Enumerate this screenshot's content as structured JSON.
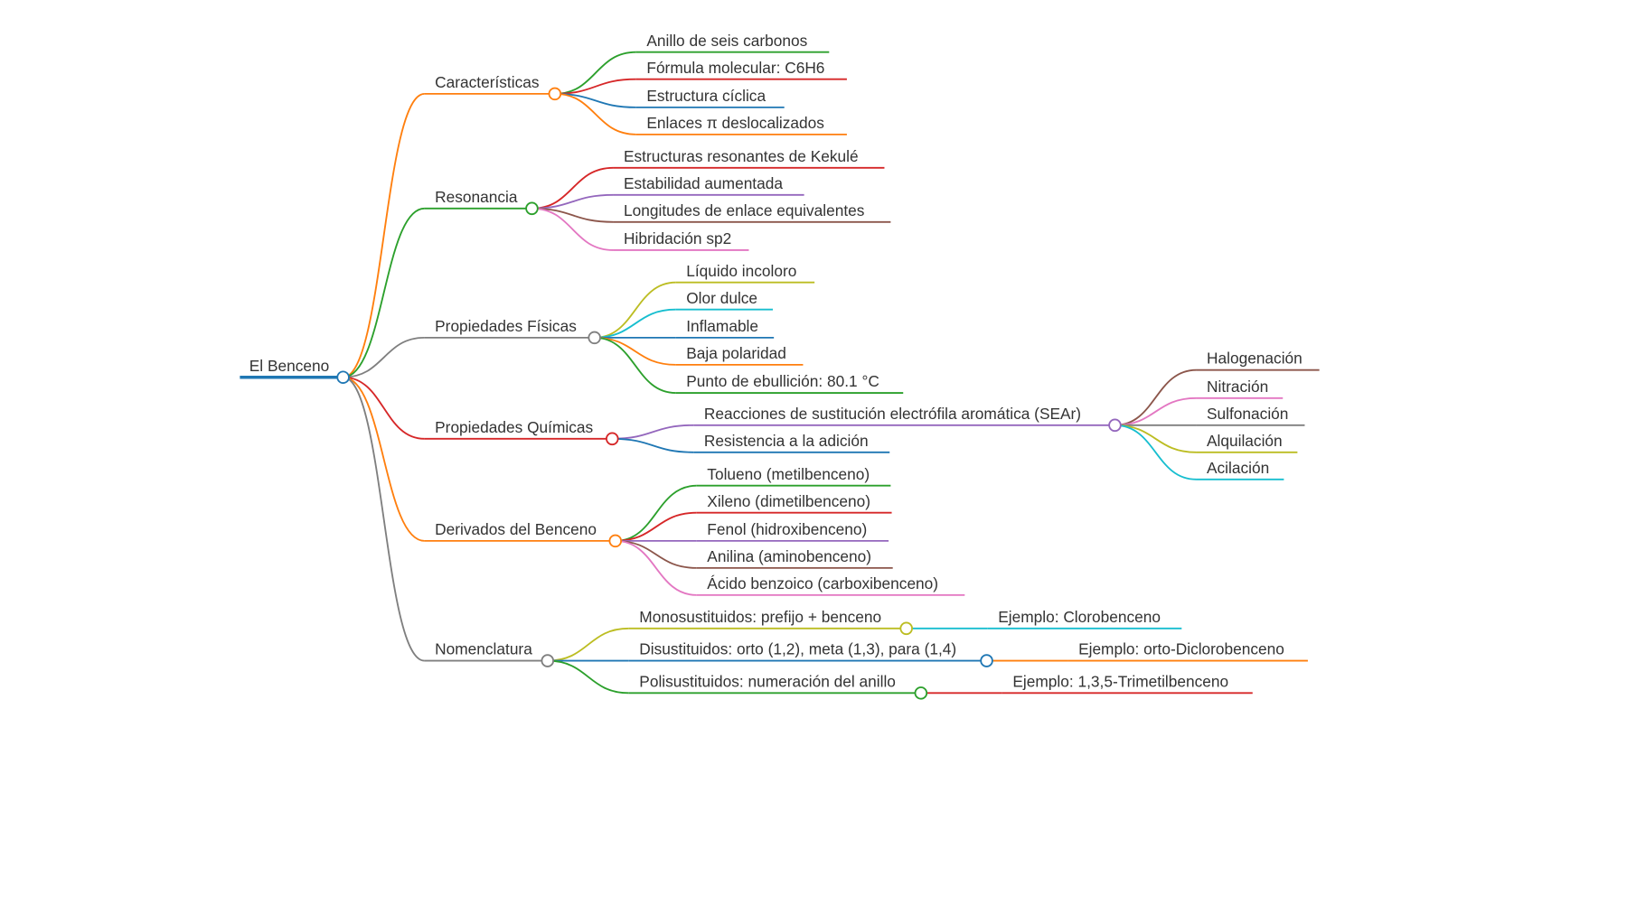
{
  "mindmap": {
    "label": "El Benceno",
    "color": "#1f77b4",
    "children": [
      {
        "label": "Características",
        "color": "#ff7f0e",
        "children": [
          {
            "label": "Anillo de seis carbonos",
            "color": "#2ca02c"
          },
          {
            "label": "Fórmula molecular: C6H6",
            "color": "#d62728"
          },
          {
            "label": "Estructura cíclica",
            "color": "#1f77b4"
          },
          {
            "label": "Enlaces π deslocalizados",
            "color": "#ff7f0e"
          }
        ]
      },
      {
        "label": "Resonancia",
        "color": "#2ca02c",
        "children": [
          {
            "label": "Estructuras resonantes de Kekulé",
            "color": "#d62728"
          },
          {
            "label": "Estabilidad aumentada",
            "color": "#9467bd"
          },
          {
            "label": "Longitudes de enlace equivalentes",
            "color": "#8c564b"
          },
          {
            "label": "Hibridación sp2",
            "color": "#e377c2"
          }
        ]
      },
      {
        "label": "Propiedades Físicas",
        "color": "#7f7f7f",
        "children": [
          {
            "label": "Líquido incoloro",
            "color": "#bcbd22"
          },
          {
            "label": "Olor dulce",
            "color": "#17becf"
          },
          {
            "label": "Inflamable",
            "color": "#1f77b4"
          },
          {
            "label": "Baja polaridad",
            "color": "#ff7f0e"
          },
          {
            "label": "Punto de ebullición: 80.1 °C",
            "color": "#2ca02c"
          }
        ]
      },
      {
        "label": "Propiedades Químicas",
        "color": "#d62728",
        "children": [
          {
            "label": "Reacciones de sustitución electrófila aromática (SEAr)",
            "color": "#9467bd",
            "children": [
              {
                "label": "Halogenación",
                "color": "#8c564b"
              },
              {
                "label": "Nitración",
                "color": "#e377c2"
              },
              {
                "label": "Sulfonación",
                "color": "#7f7f7f"
              },
              {
                "label": "Alquilación",
                "color": "#bcbd22"
              },
              {
                "label": "Acilación",
                "color": "#17becf"
              }
            ]
          },
          {
            "label": "Resistencia a la adición",
            "color": "#1f77b4"
          }
        ]
      },
      {
        "label": "Derivados del Benceno",
        "color": "#ff7f0e",
        "children": [
          {
            "label": "Tolueno (metilbenceno)",
            "color": "#2ca02c"
          },
          {
            "label": "Xileno (dimetilbenceno)",
            "color": "#d62728"
          },
          {
            "label": "Fenol (hidroxibenceno)",
            "color": "#9467bd"
          },
          {
            "label": "Anilina (aminobenceno)",
            "color": "#8c564b"
          },
          {
            "label": "Ácido benzoico (carboxibenceno)",
            "color": "#e377c2"
          }
        ]
      },
      {
        "label": "Nomenclatura",
        "color": "#7f7f7f",
        "children": [
          {
            "label": "Monosustituidos: prefijo + benceno",
            "color": "#bcbd22",
            "children": [
              {
                "label": "Ejemplo: Clorobenceno",
                "color": "#17becf"
              }
            ]
          },
          {
            "label": "Disustituidos: orto (1,2), meta (1,3), para (1,4)",
            "color": "#1f77b4",
            "children": [
              {
                "label": "Ejemplo: orto-Diclorobenceno",
                "color": "#ff7f0e"
              }
            ]
          },
          {
            "label": "Polisustituidos: numeración del anillo",
            "color": "#2ca02c",
            "children": [
              {
                "label": "Ejemplo: 1,3,5-Trimetilbenceno",
                "color": "#d62728"
              }
            ]
          }
        ]
      }
    ]
  }
}
